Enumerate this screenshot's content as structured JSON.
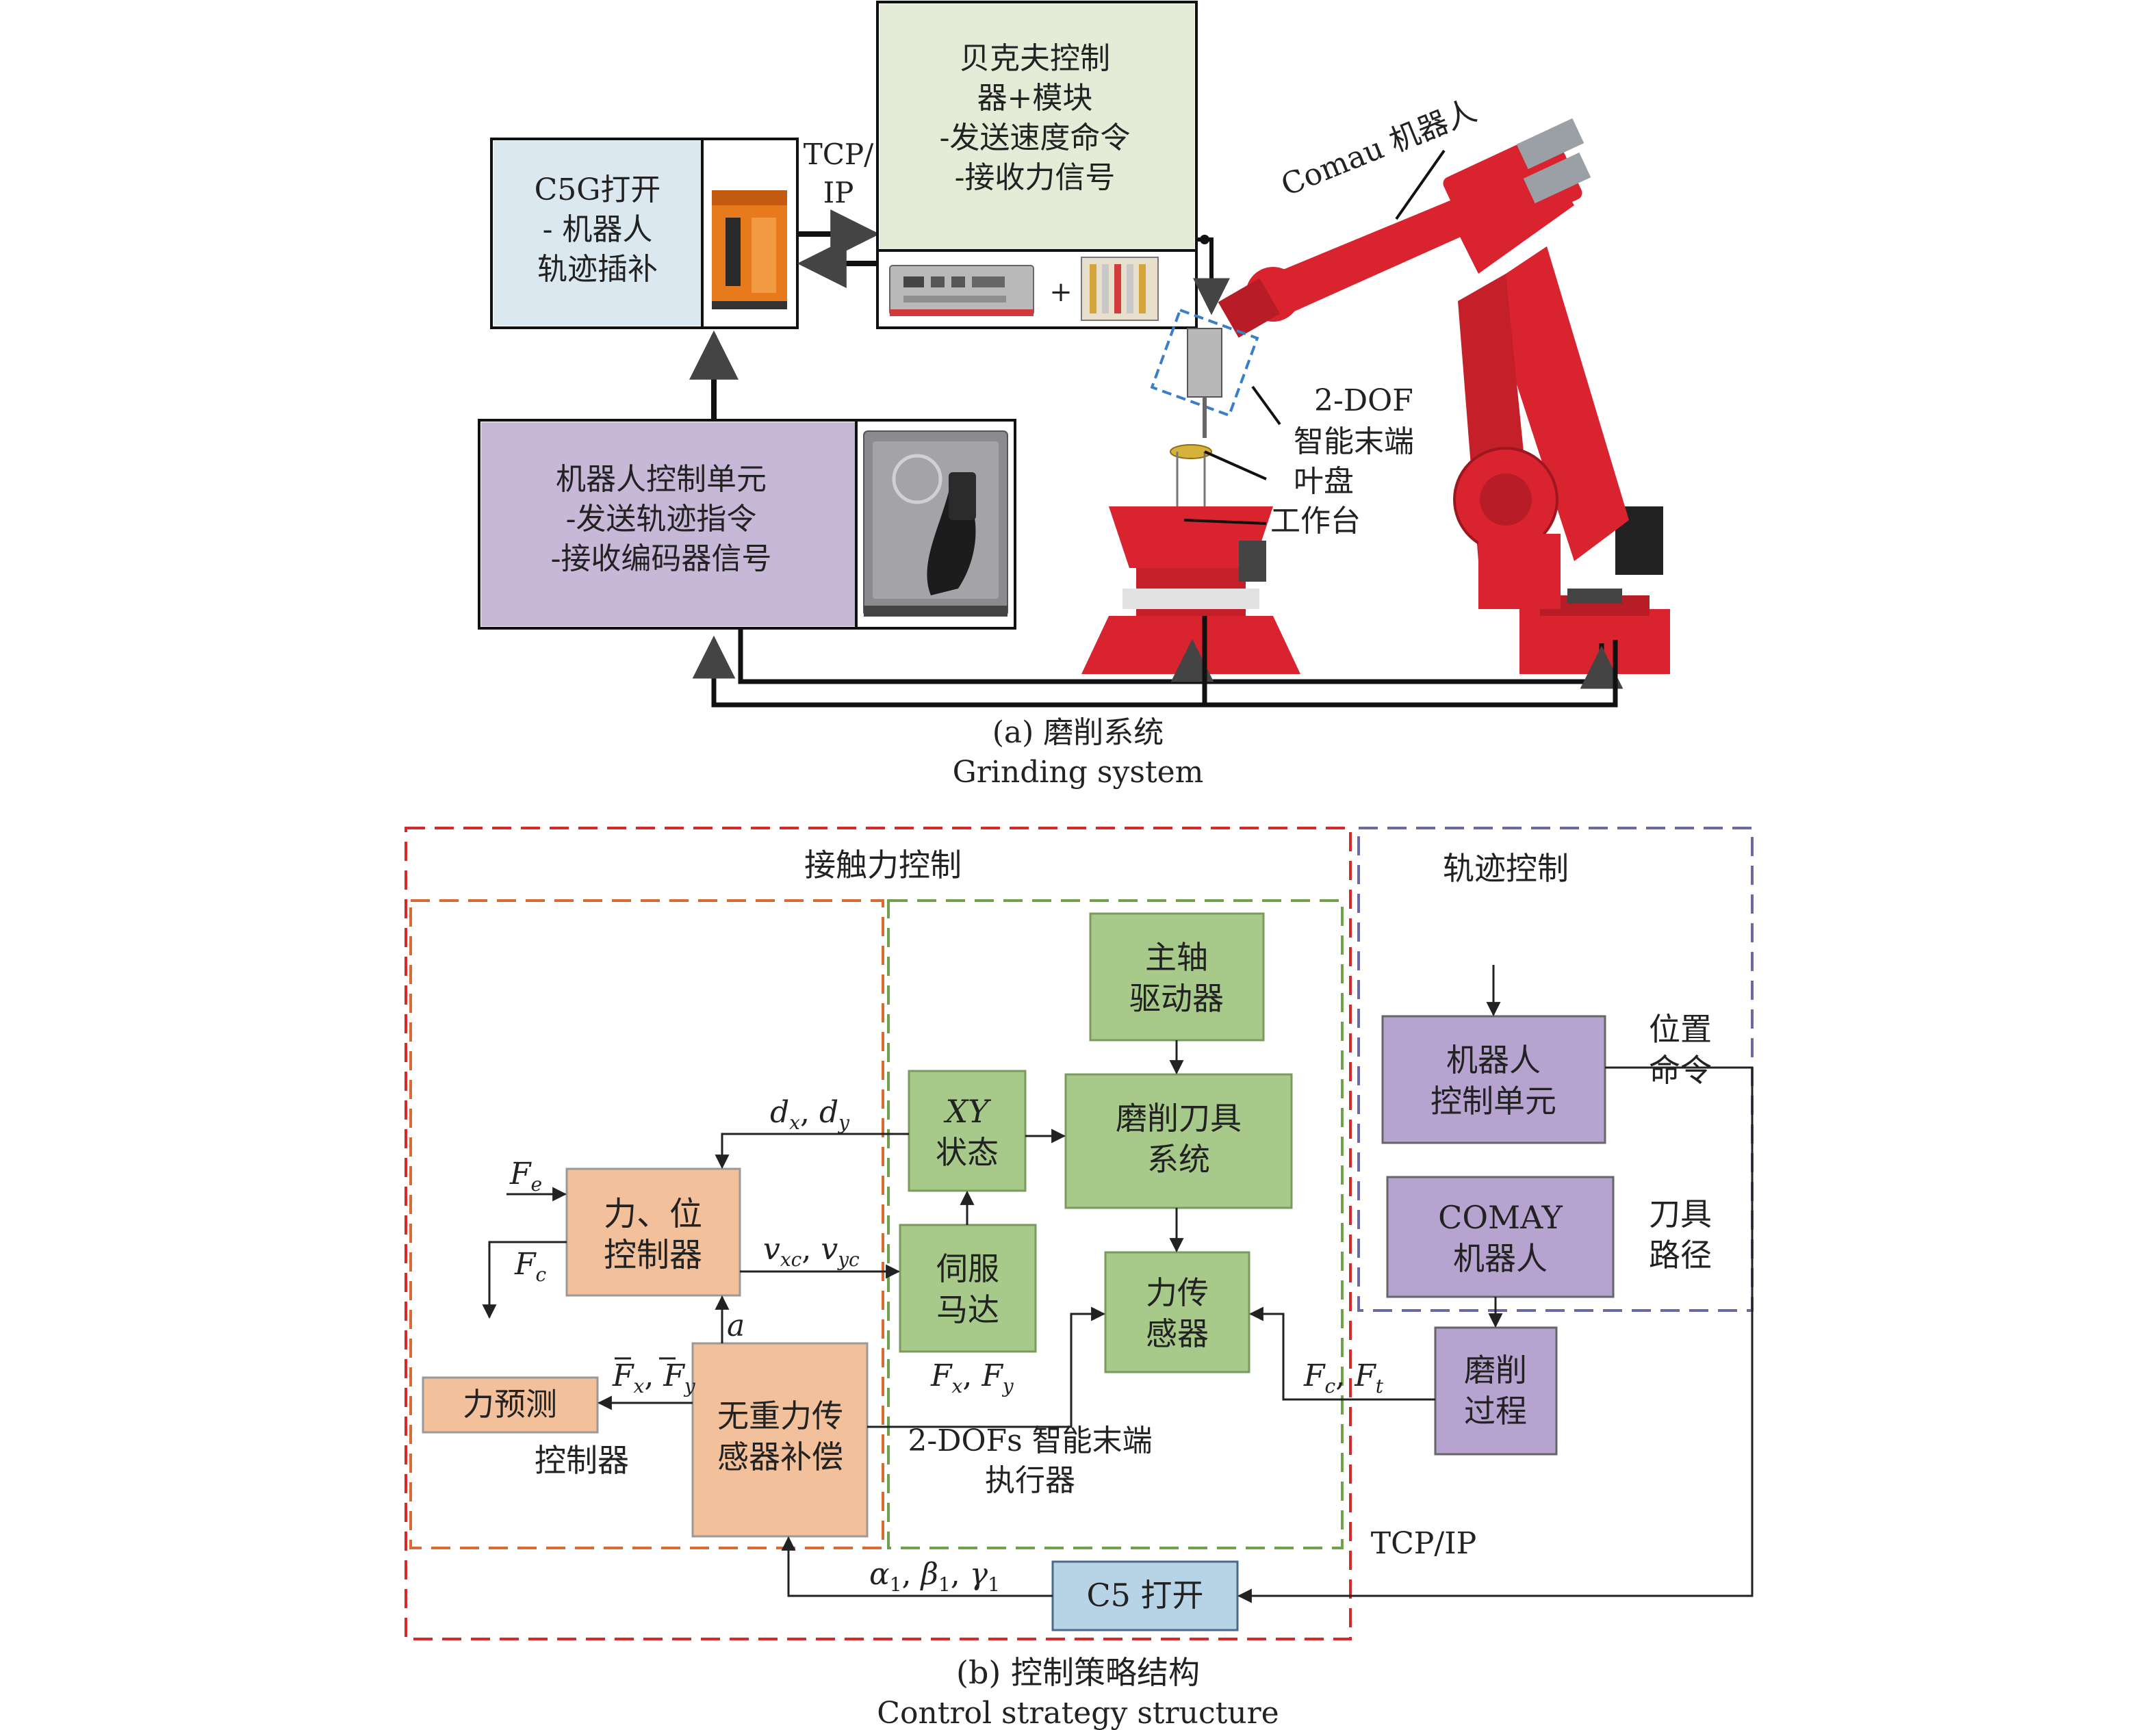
{
  "colors": {
    "blue_box": "#dbe8f0",
    "green_box": "#e4ebd6",
    "purple_box": "#c7b8d8",
    "orange_box": "#f2c09a",
    "green_block": "#a7c98a",
    "purple_block": "#b7a3d0",
    "c5_box": "#b7d3e6",
    "robot_red": "#d92430",
    "dash_red": "#d42a2a",
    "dash_orange": "#d96a33",
    "dash_green": "#6fa04a",
    "dash_purple": "#6a6aa0",
    "title_red": "#d42a2a",
    "title_purple": "#5a55a0"
  },
  "icons": [
    "controller-cabinet-icon",
    "beckhoff-ipc-icon",
    "io-module-icon",
    "robot-control-cabinet-icon",
    "comau-robot-icon",
    "workbench-icon"
  ],
  "part_a": {
    "c5g_box": {
      "lines": [
        "C5G打开",
        "- 机器人",
        "轨迹插补"
      ]
    },
    "tcpip": {
      "lines": [
        "TCP/",
        "IP"
      ]
    },
    "beckhoff_box": {
      "lines": [
        "贝克夫控制",
        "器+模块",
        "-发送速度命令",
        "-接收力信号"
      ]
    },
    "plus": "+",
    "robot_unit_box": {
      "lines": [
        "机器人控制单元",
        "-发送轨迹指令",
        "-接收编码器信号"
      ]
    },
    "robot_label": "Comau 机器人",
    "labels": {
      "dof_1": "2-DOF",
      "dof_2": "智能末端",
      "blisk": "叶盘",
      "worktable": "工作台"
    },
    "caption": {
      "cn": "(a) 磨削系统",
      "en": "Grinding system"
    }
  },
  "part_b": {
    "force_title": "接触力控制",
    "trajectory_title": "轨迹控制",
    "blocks": {
      "force_position": [
        "力、位",
        "控制器"
      ],
      "force_prediction": "力预测",
      "controller_label": "控制器",
      "compensation": [
        "无重力传",
        "感器补偿"
      ],
      "xy_state": [
        "XY",
        "状态"
      ],
      "servo": [
        "伺服",
        "马达"
      ],
      "spindle": [
        "主轴",
        "驱动器"
      ],
      "grinding_tool": [
        "磨削刀具",
        "系统"
      ],
      "force_sensor": [
        "力传",
        "感器"
      ],
      "effector": [
        "2-DOFs 智能末端",
        "执行器"
      ],
      "robot_unit": [
        "机器人",
        "控制单元"
      ],
      "position_cmd": [
        "位置",
        "命令"
      ],
      "comay": [
        "COMAY",
        "机器人"
      ],
      "tool_path": [
        "刀具",
        "路径"
      ],
      "grinding_process": [
        "磨削",
        "过程"
      ],
      "c5_open": "C5 打开",
      "tcpip": "TCP/IP"
    },
    "signals": {
      "Fe": {
        "base": "F",
        "sub": "e"
      },
      "Fc": {
        "base": "F",
        "sub": "c"
      },
      "dxdy": {
        "b1": "d",
        "s1": "x",
        "sep": ", ",
        "b2": "d",
        "s2": "y"
      },
      "vxcvyc": {
        "b1": "v",
        "s1": "xc",
        "sep": ", ",
        "b2": "v",
        "s2": "yc"
      },
      "a": "a",
      "FxFy_bar": {
        "b1": "F",
        "s1": "x",
        "sep": ", ",
        "b2": "F",
        "s2": "y"
      },
      "FxFy": {
        "b1": "F",
        "s1": "x",
        "sep": ", ",
        "b2": "F",
        "s2": "y"
      },
      "FcFt": {
        "b1": "F",
        "s1": "c",
        "sep": ", ",
        "b2": "F",
        "s2": "t"
      },
      "abg": {
        "b1": "α",
        "s1": "1",
        "sep1": ", ",
        "b2": "β",
        "s2": "1",
        "sep2": ", ",
        "b3": "γ",
        "s3": "1"
      }
    },
    "caption": {
      "cn": "(b) 控制策略结构",
      "en": "Control strategy structure"
    }
  }
}
